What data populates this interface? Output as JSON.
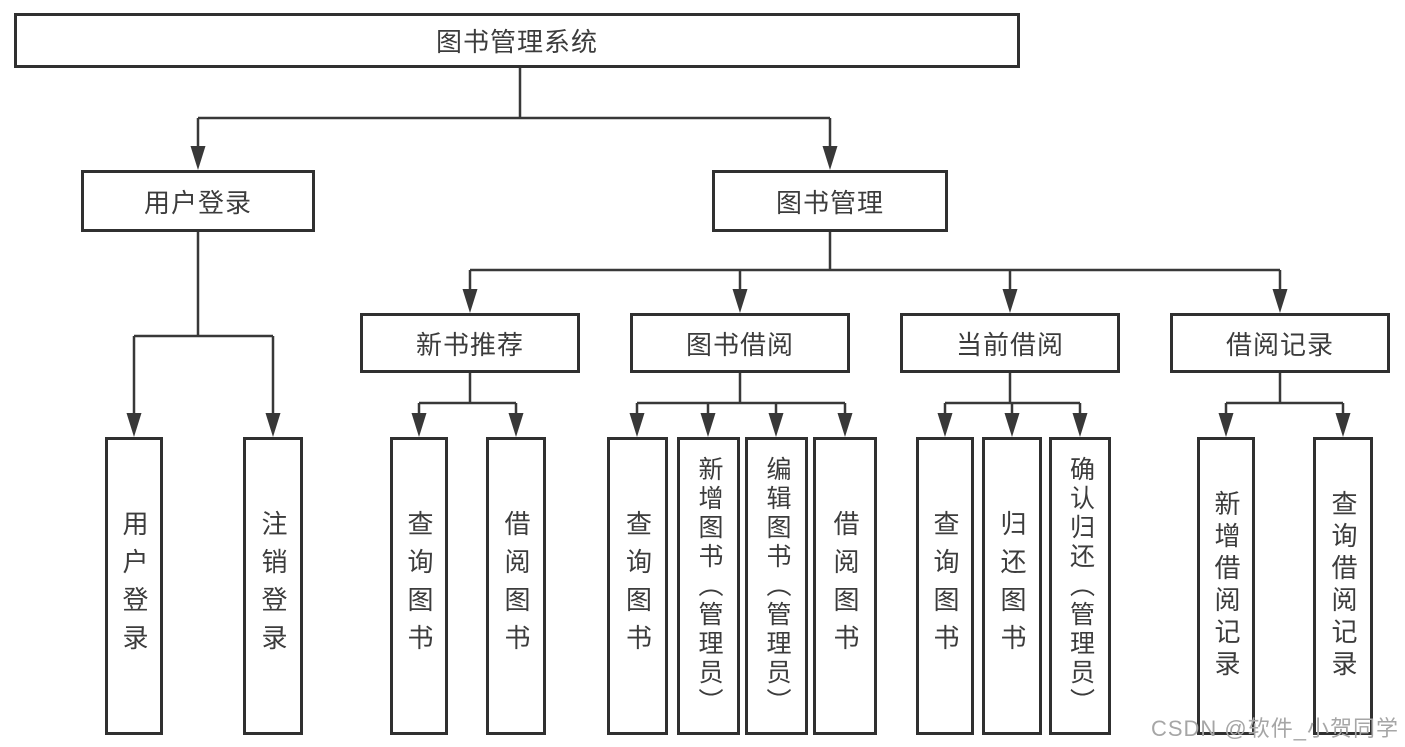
{
  "nodes": {
    "root": {
      "label": "图书管理系统"
    },
    "login": {
      "label": "用户登录"
    },
    "mgmt": {
      "label": "图书管理"
    },
    "l3": [
      {
        "label": "新书推荐"
      },
      {
        "label": "图书借阅"
      },
      {
        "label": "当前借阅"
      },
      {
        "label": "借阅记录"
      }
    ],
    "loginLeaves": [
      {
        "label": "用户登录"
      },
      {
        "label": "注销登录"
      }
    ],
    "recommendLeaves": [
      {
        "label": "查询图书"
      },
      {
        "label": "借阅图书"
      }
    ],
    "borrowLeaves": [
      {
        "label": "查询图书"
      },
      {
        "label": "新增图书（管理员）"
      },
      {
        "label": "编辑图书（管理员）"
      },
      {
        "label": "借阅图书"
      }
    ],
    "currentLeaves": [
      {
        "label": "查询图书"
      },
      {
        "label": "归还图书"
      },
      {
        "label": "确认归还（管理员）"
      }
    ],
    "recordLeaves": [
      {
        "label": "新增借阅记录"
      },
      {
        "label": "查询借阅记录"
      }
    ]
  },
  "watermark": "CSDN @软件_小贺同学",
  "colors": {
    "line": "#383838",
    "border": "#303030",
    "text": "#3c3c3c",
    "background": "#ffffff",
    "watermark": "#a6a6a6"
  }
}
